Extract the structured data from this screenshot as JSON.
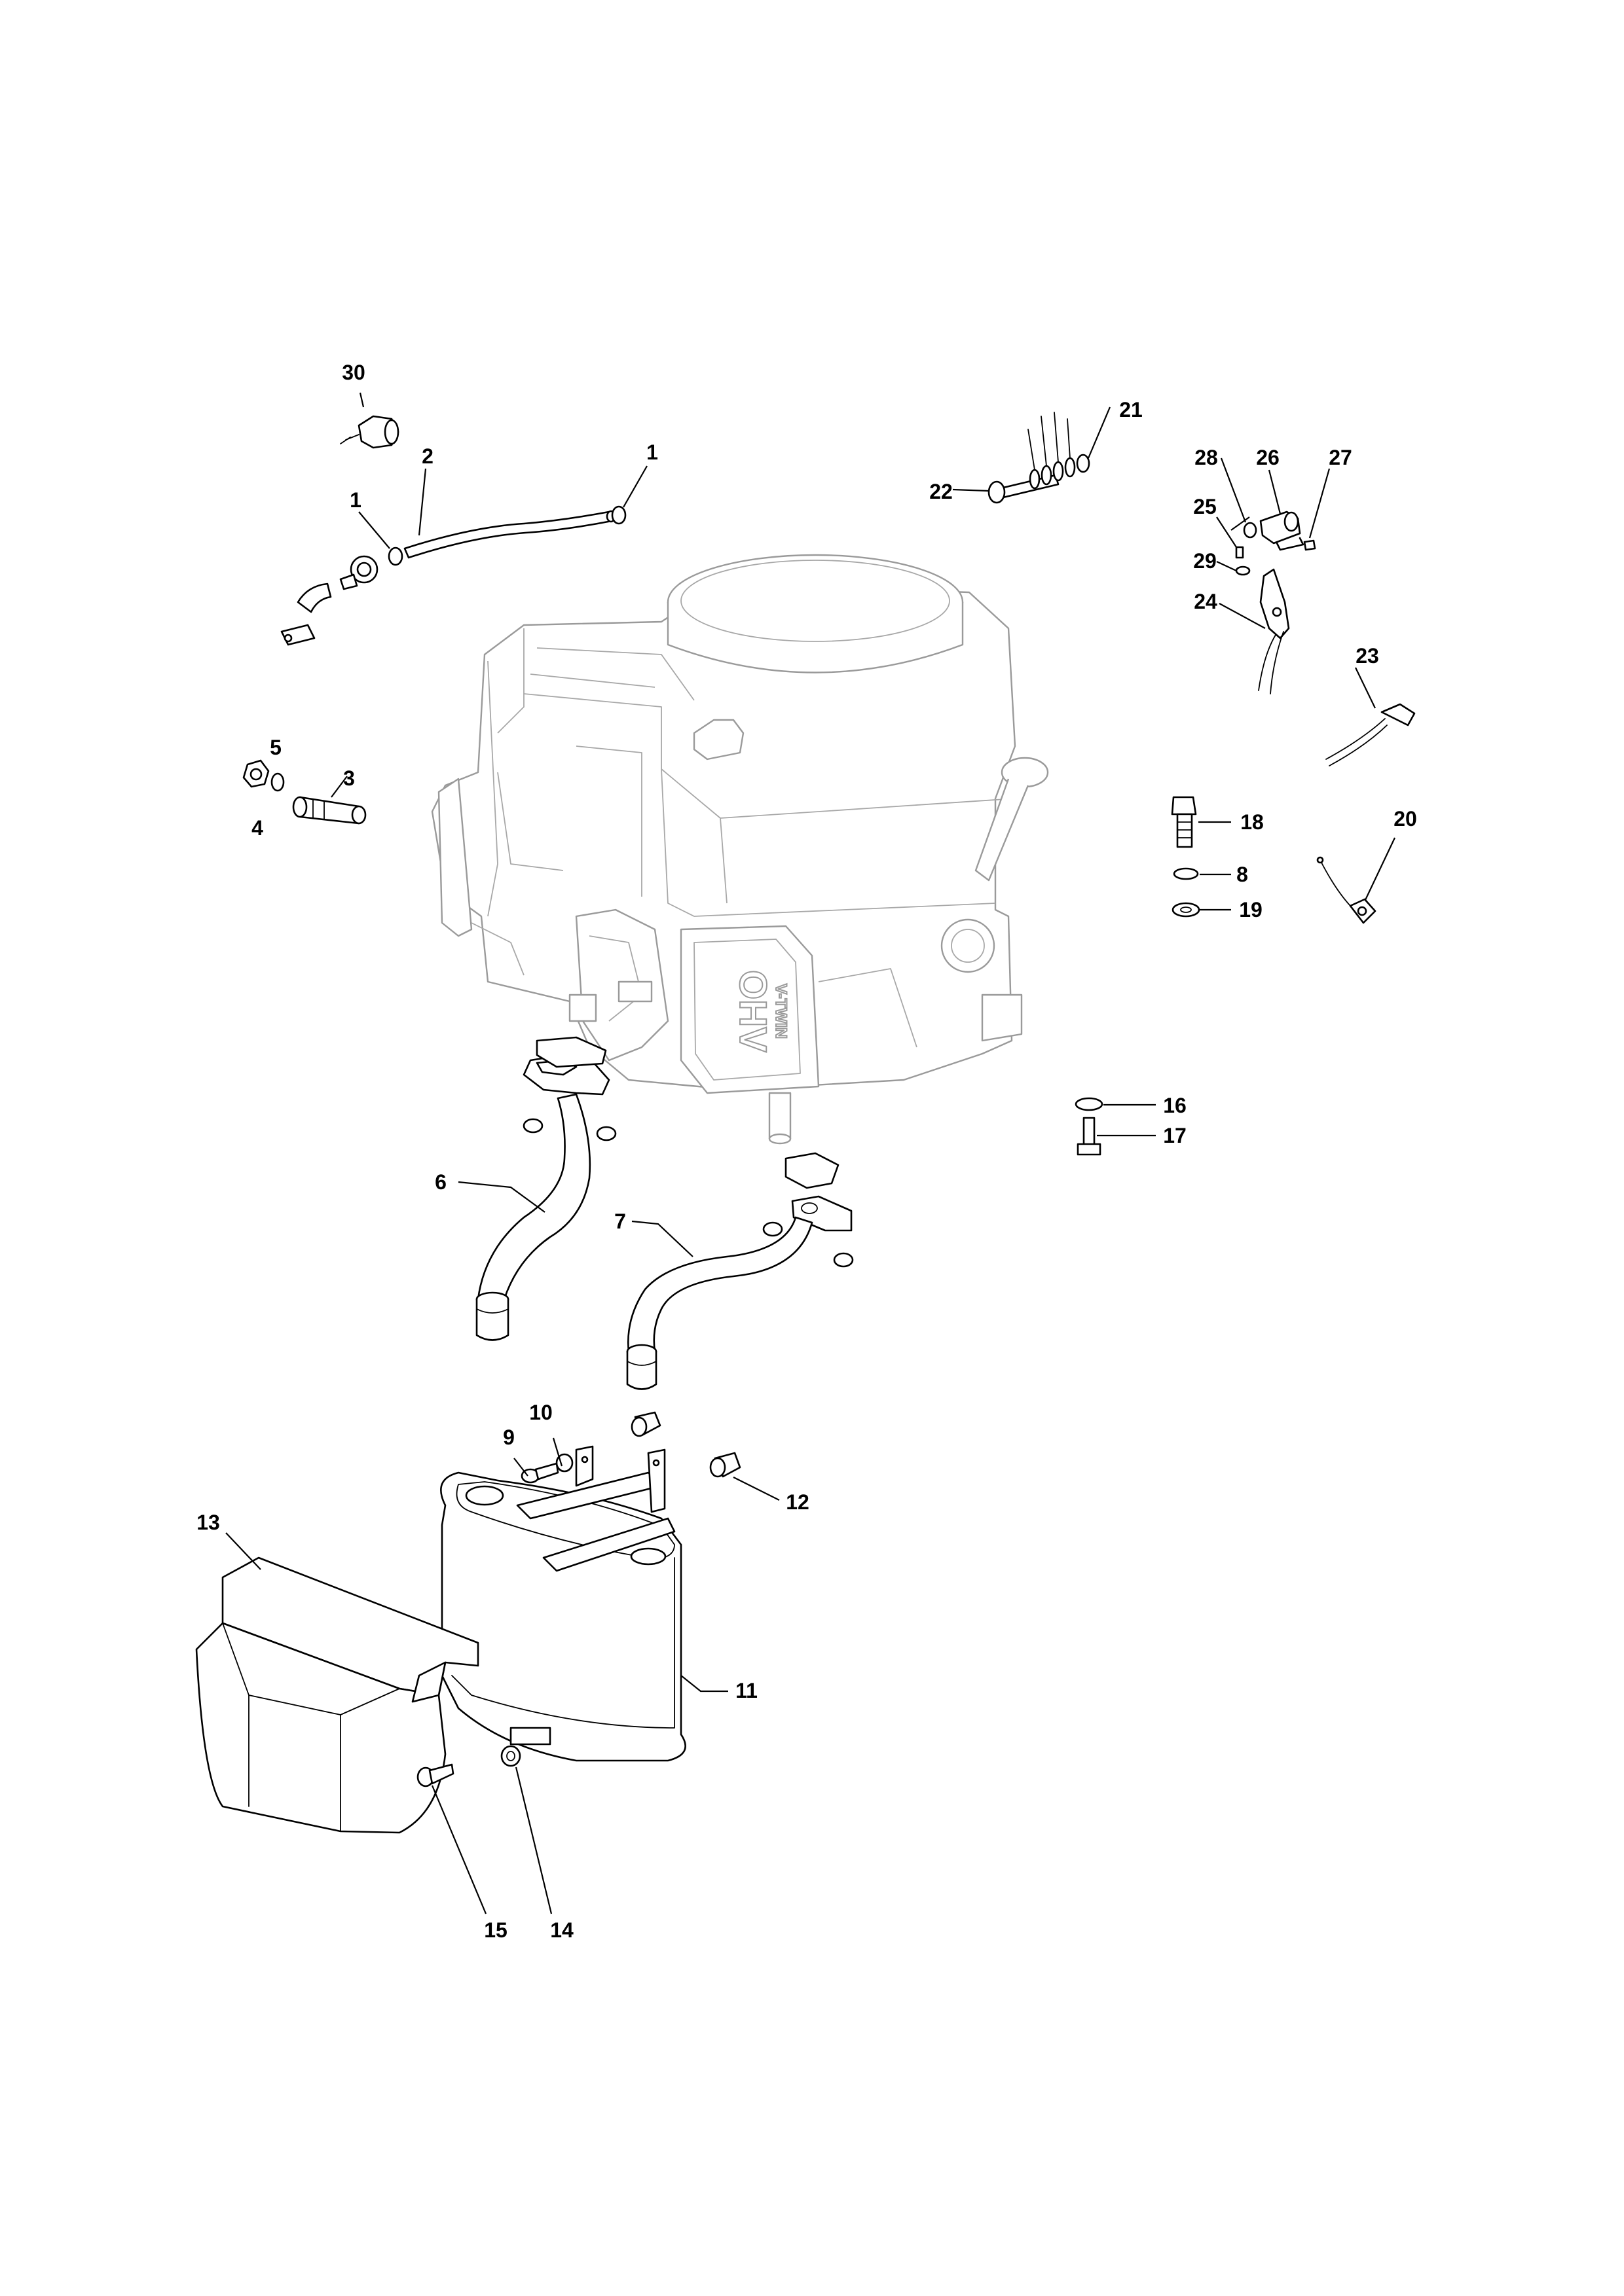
{
  "callouts": [
    {
      "id": "c1a",
      "label": "1"
    },
    {
      "id": "c1b",
      "label": "1"
    },
    {
      "id": "c2",
      "label": "2"
    },
    {
      "id": "c3",
      "label": "3"
    },
    {
      "id": "c4",
      "label": "4"
    },
    {
      "id": "c5",
      "label": "5"
    },
    {
      "id": "c6",
      "label": "6"
    },
    {
      "id": "c7",
      "label": "7"
    },
    {
      "id": "c8",
      "label": "8"
    },
    {
      "id": "c9",
      "label": "9"
    },
    {
      "id": "c10",
      "label": "10"
    },
    {
      "id": "c11",
      "label": "11"
    },
    {
      "id": "c12",
      "label": "12"
    },
    {
      "id": "c13",
      "label": "13"
    },
    {
      "id": "c14",
      "label": "14"
    },
    {
      "id": "c15",
      "label": "15"
    },
    {
      "id": "c16",
      "label": "16"
    },
    {
      "id": "c17",
      "label": "17"
    },
    {
      "id": "c18",
      "label": "18"
    },
    {
      "id": "c19",
      "label": "19"
    },
    {
      "id": "c20",
      "label": "20"
    },
    {
      "id": "c21",
      "label": "21"
    },
    {
      "id": "c22",
      "label": "22"
    },
    {
      "id": "c23",
      "label": "23"
    },
    {
      "id": "c24",
      "label": "24"
    },
    {
      "id": "c25",
      "label": "25"
    },
    {
      "id": "c26",
      "label": "26"
    },
    {
      "id": "c27",
      "label": "27"
    },
    {
      "id": "c28",
      "label": "28"
    },
    {
      "id": "c29",
      "label": "29"
    },
    {
      "id": "c30",
      "label": "30"
    }
  ],
  "engine_marking": {
    "main": "OHV",
    "sub": "V-TWIN"
  }
}
